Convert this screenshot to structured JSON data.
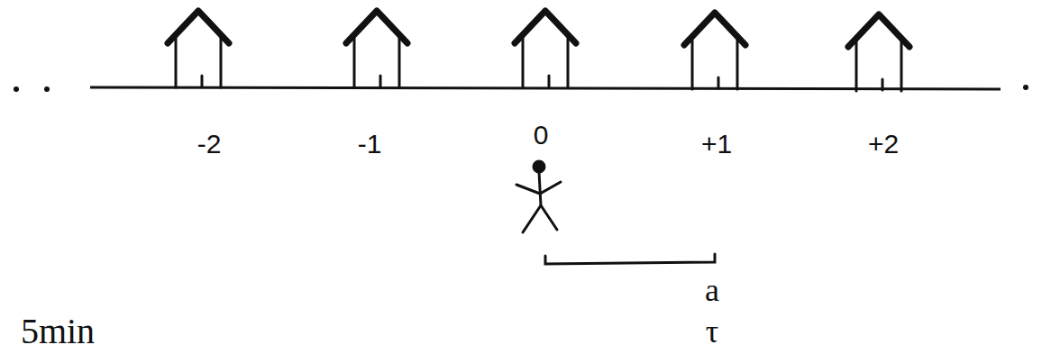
{
  "diagram": {
    "labels": [
      "-2",
      "-1",
      "0",
      "+1",
      "+2",
      "a",
      "τ",
      "5min"
    ]
  }
}
